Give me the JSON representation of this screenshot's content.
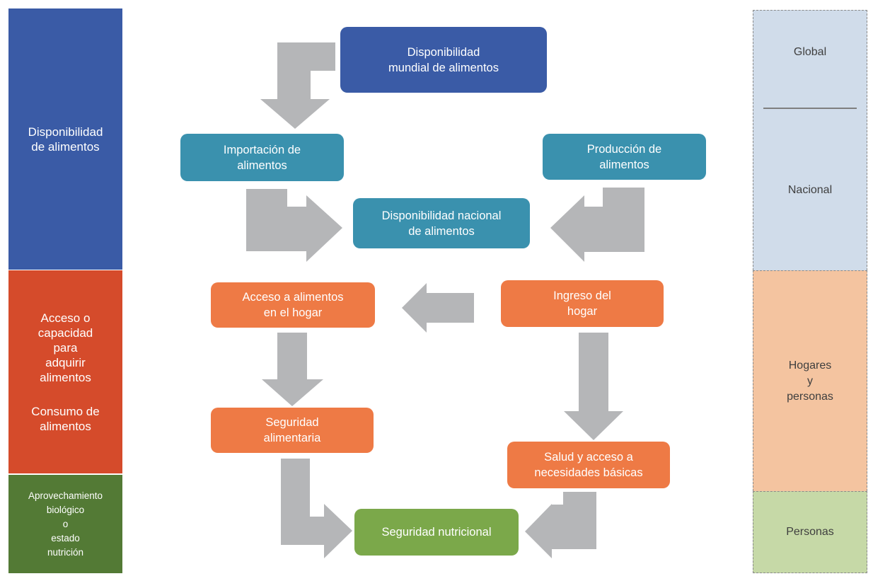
{
  "left_bars": {
    "disponibilidad": "Disponibilidad\nde alimentos",
    "acceso": "Acceso o\ncapacidad\npara\nadquirir\nalimentos",
    "consumo": "Consumo de\nalimentos",
    "aprovechamiento": "Aprovechamiento\nbiológico\no\nestado\nnutrición"
  },
  "right_scale": {
    "global": "Global",
    "nacional": "Nacional",
    "hogares": "Hogares\ny\npersonas",
    "personas": "Personas"
  },
  "nodes": {
    "mundial": "Disponibilidad\nmundial de alimentos",
    "importacion": "Importación de\nalimentos",
    "produccion": "Producción de\nalimentos",
    "nacional": "Disponibilidad nacional\nde alimentos",
    "acceso_hogar": "Acceso a alimentos\nen el hogar",
    "ingreso": "Ingreso del\nhogar",
    "seguridad_alimentaria": "Seguridad\nalimentaria",
    "salud": "Salud y acceso a\nnecesidades básicas",
    "seguridad_nutricional": "Seguridad nutricional"
  },
  "colors": {
    "availability": "#3a5ba6",
    "access": "#d54b2b",
    "utilization": "#537a35",
    "navy_node": "#3a5ba6",
    "teal_node": "#3a91ae",
    "orange_node": "#ee7a45",
    "green_node": "#7ba84a",
    "arrow": "#b5b6b8",
    "scale_global": "#d0dcea",
    "scale_hogares": "#f4c4a0",
    "scale_personas": "#c6d9a7"
  }
}
